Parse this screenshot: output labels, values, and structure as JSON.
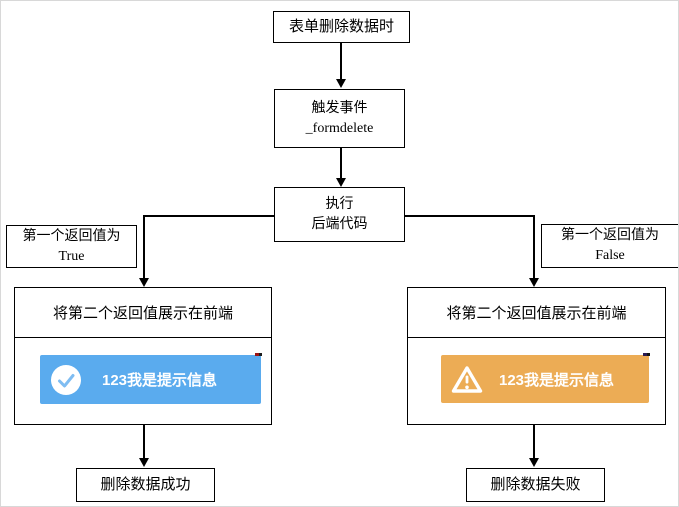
{
  "flowchart": {
    "start": {
      "label": "表单删除数据时"
    },
    "trigger": {
      "line1": "触发事件",
      "line2": "_formdelete"
    },
    "execute": {
      "line1": "执行",
      "line2": "后端代码"
    },
    "branch_true": {
      "line1": "第一个返回值为",
      "line2": "True"
    },
    "branch_false": {
      "line1": "第一个返回值为",
      "line2": "False"
    },
    "display_success": {
      "header": "将第二个返回值展示在前端"
    },
    "display_fail": {
      "header": "将第二个返回值展示在前端"
    },
    "toast_success": {
      "text": "123我是提示信息",
      "icon": "check-circle-icon",
      "bg": "#5aabee",
      "check_color": "#7fbdf2"
    },
    "toast_warning": {
      "text": "123我是提示信息",
      "icon": "warning-triangle-icon",
      "bg": "#ecac55"
    },
    "end_success": {
      "label": "删除数据成功"
    },
    "end_fail": {
      "label": "删除数据失败"
    }
  }
}
